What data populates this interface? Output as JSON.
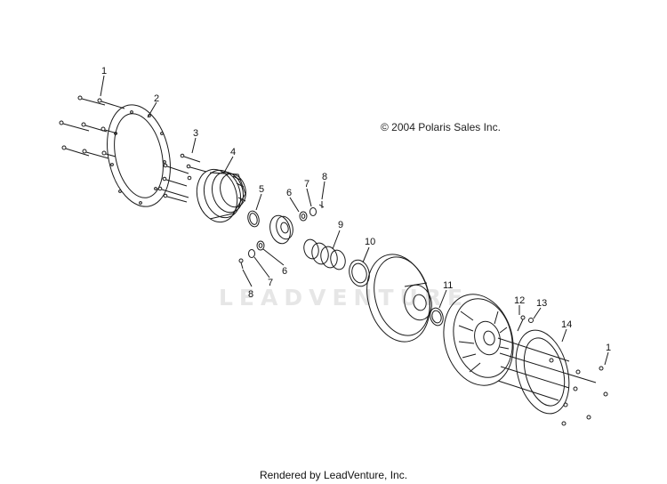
{
  "copyright": "© 2004 Polaris Sales Inc.",
  "footer": "Rendered by LeadVenture, Inc.",
  "watermark": "LEADVENTURE",
  "callouts": [
    "1",
    "2",
    "3",
    "4",
    "5",
    "6",
    "7",
    "8",
    "6",
    "7",
    "8",
    "9",
    "10",
    "11",
    "12",
    "13",
    "14",
    "1"
  ],
  "colors": {
    "line": "#1a1a1a",
    "watermark": "#e6e6e6"
  }
}
